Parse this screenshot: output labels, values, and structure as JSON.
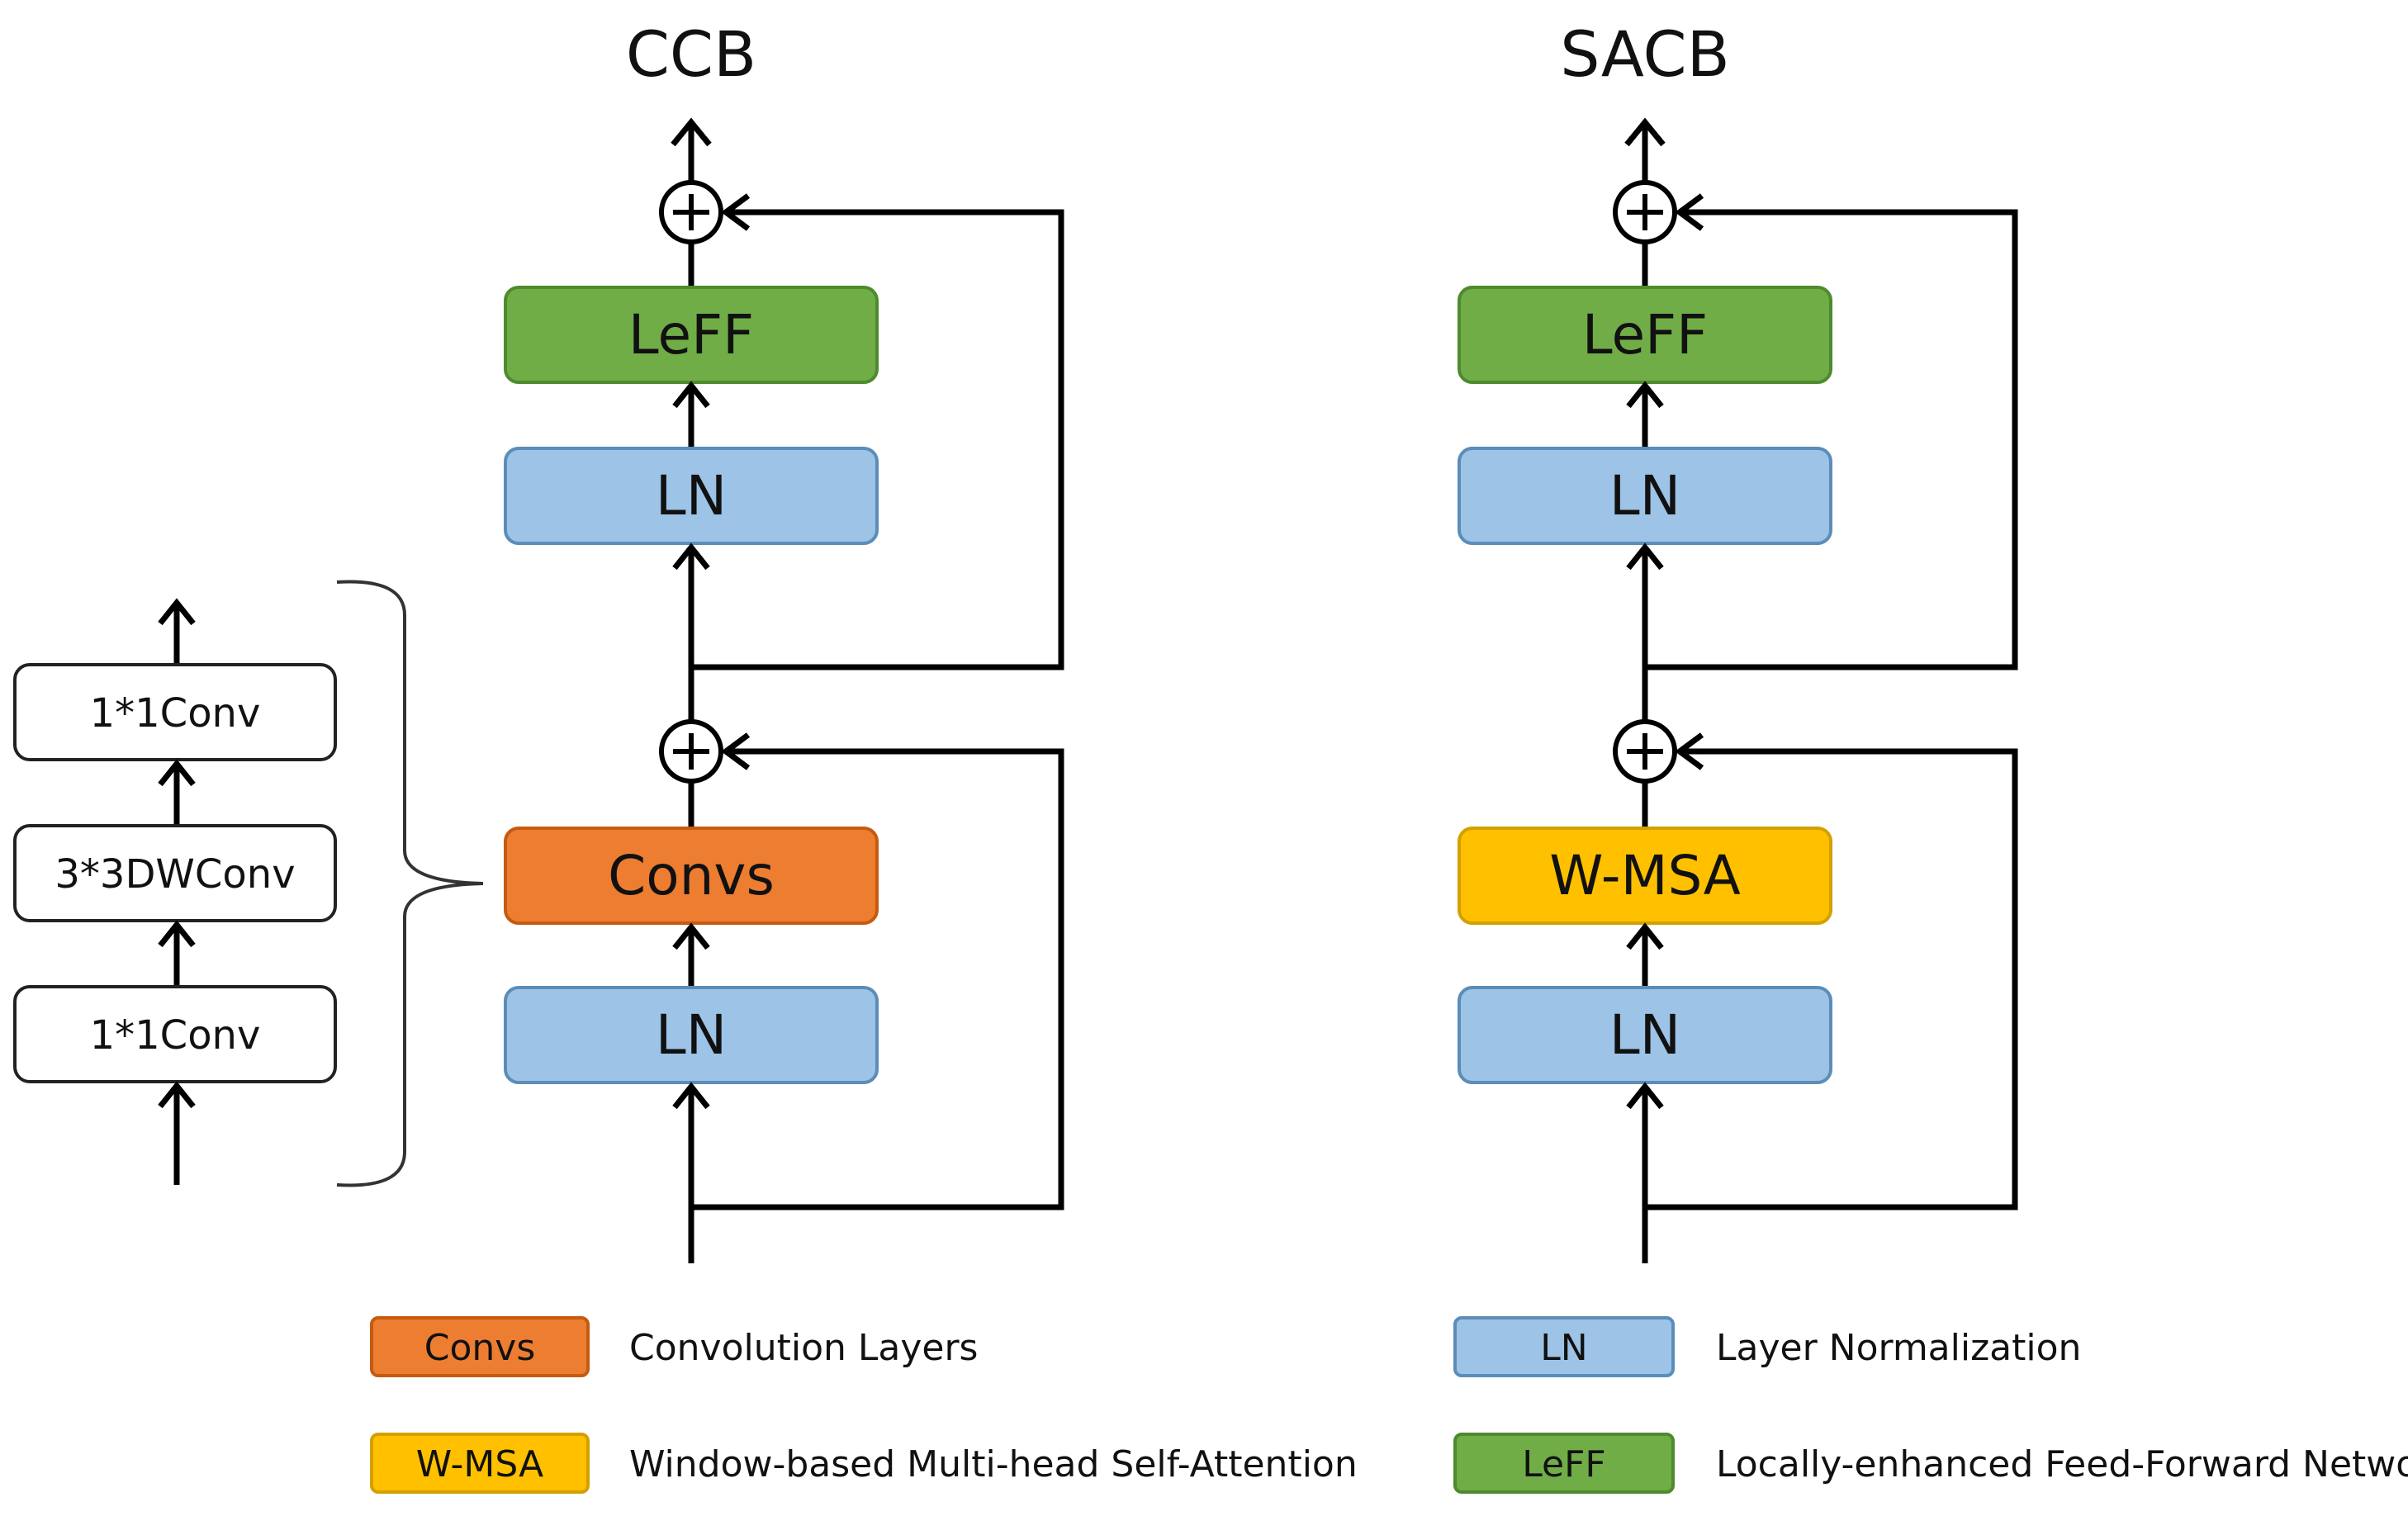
{
  "diagram": {
    "ccb": {
      "title": "CCB",
      "leff_label": "LeFF",
      "ln_top_label": "LN",
      "convs_label": "Convs",
      "ln_bottom_label": "LN"
    },
    "sacb": {
      "title": "SACB",
      "leff_label": "LeFF",
      "ln_top_label": "LN",
      "wmsa_label": "W-MSA",
      "ln_bottom_label": "LN"
    },
    "convs_detail": {
      "top_label": "1*1Conv",
      "middle_label": "3*3DWConv",
      "bottom_label": "1*1Conv"
    },
    "legend": [
      {
        "swatch": "Convs",
        "description": "Convolution Layers",
        "color": "#ED7D31",
        "stroke": "#C55A11"
      },
      {
        "swatch": "W-MSA",
        "description": "Window-based Multi-head Self-Attention",
        "color": "#FFC000",
        "stroke": "#D4A000"
      },
      {
        "swatch": "LN",
        "description": "Layer Normalization",
        "color": "#9DC3E6",
        "stroke": "#5B8DB8"
      },
      {
        "swatch": "LeFF",
        "description": "Locally-enhanced Feed-Forward Network",
        "color": "#70AD47",
        "stroke": "#4E8A2E"
      }
    ],
    "colors": {
      "ln_fill": "#9DC3E6",
      "ln_stroke": "#5B8DB8",
      "leff_fill": "#70AD47",
      "leff_stroke": "#4E8A2E",
      "convs_fill": "#ED7D31",
      "convs_stroke": "#C55A11",
      "wmsa_fill": "#FFC000",
      "wmsa_stroke": "#D4A000",
      "conv_box_fill": "#FFFFFF",
      "conv_box_stroke": "#222222"
    }
  }
}
